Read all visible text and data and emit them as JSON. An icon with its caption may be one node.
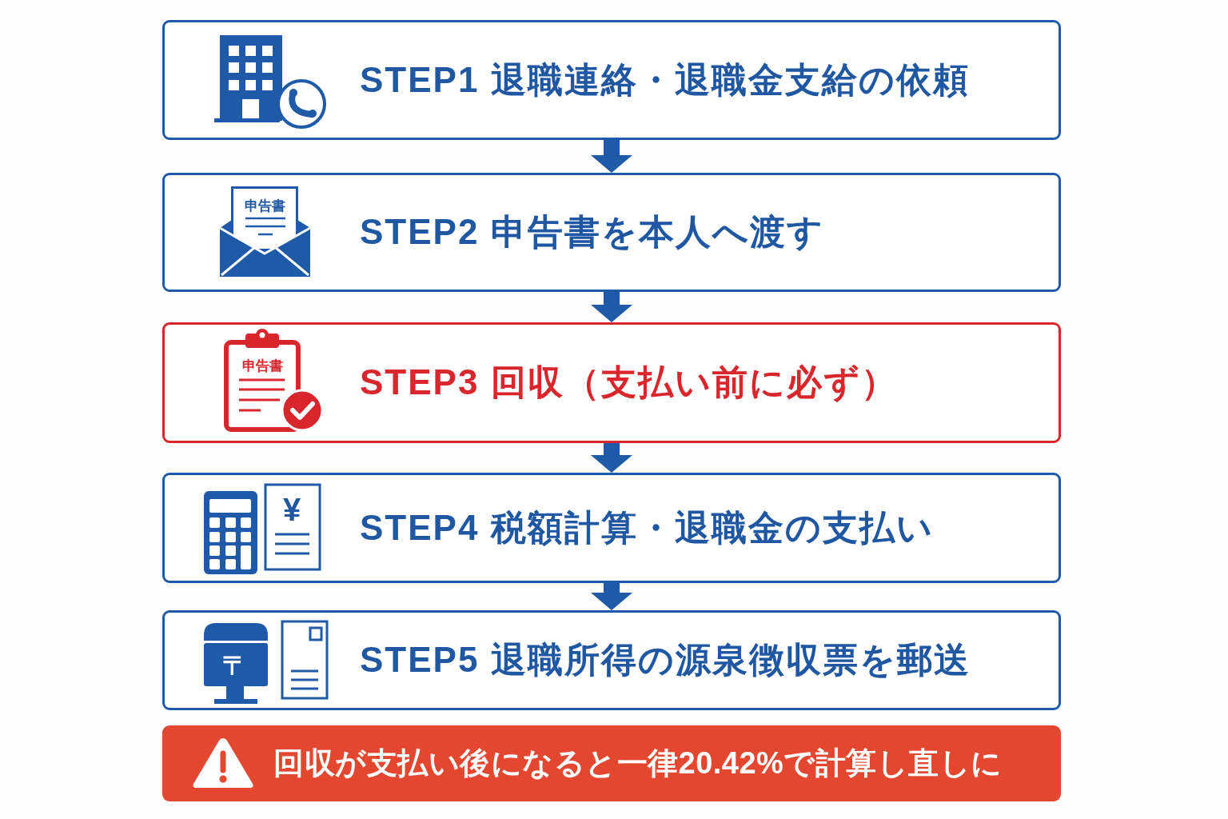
{
  "diagram": {
    "nodes": [
      {
        "text": [
          "STEP1 退職連絡・退職金支給の依頼"
        ]
      },
      {
        "text": [
          "申告書",
          "STEP2 申告書を本人へ渡す"
        ]
      },
      {
        "text": [
          "申告書",
          "STEP3 回収（支払い前に必ず）"
        ]
      },
      {
        "text": [
          "¥",
          "STEP4 税額計算・退職金の支払い"
        ]
      },
      {
        "text": [
          "〒",
          "STEP5 退職所得の源泉徴収票を郵送"
        ]
      },
      {
        "text": [
          "回収が支払い後になると一律20.42%で計算し直しに"
        ]
      }
    ],
    "edges": [
      {
        "from": 0,
        "to": 1,
        "arrow": "to"
      },
      {
        "from": 1,
        "to": 2,
        "arrow": "to"
      },
      {
        "from": 2,
        "to": 3,
        "arrow": "to"
      },
      {
        "from": 3,
        "to": 4,
        "arrow": "to"
      }
    ]
  }
}
